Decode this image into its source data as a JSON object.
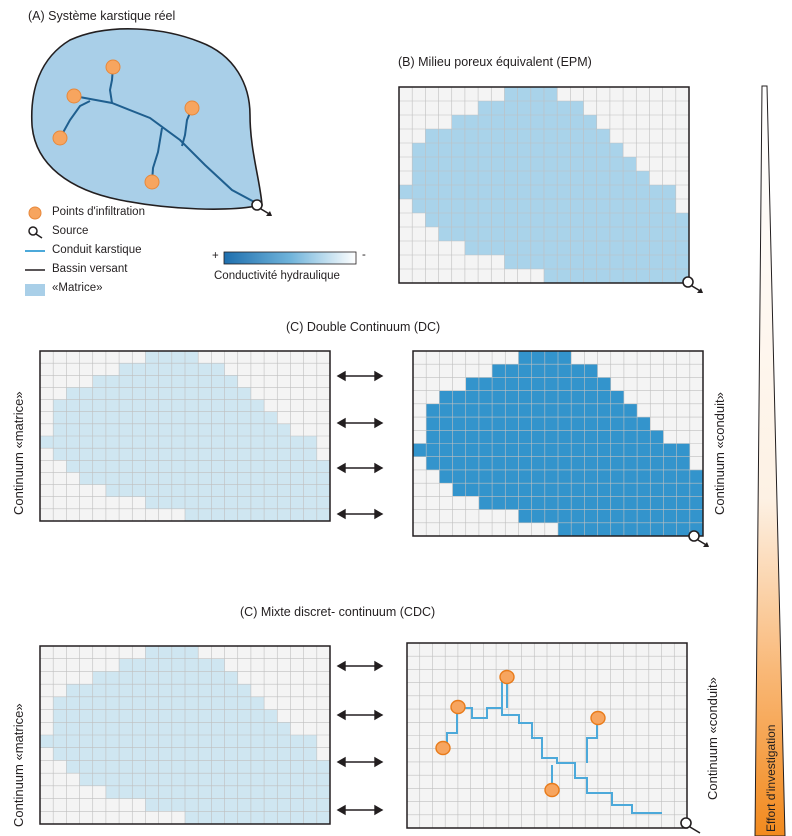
{
  "panel_a": {
    "title": "(A) Système karstique réel",
    "legend": [
      {
        "label": "Points d'infiltration",
        "icon": "infiltration-point-icon"
      },
      {
        "label": "Source",
        "icon": "source-icon"
      },
      {
        "label": "Conduit karstique",
        "icon": "conduit-line-icon"
      },
      {
        "label": "Bassin versant",
        "icon": "watershed-line-icon"
      },
      {
        "label": "«Matrice»",
        "icon": "matrix-swatch-icon"
      }
    ],
    "colorbar": {
      "plus": "+",
      "minus": "-",
      "label": "Conductivité hydraulique"
    }
  },
  "panel_b": {
    "title": "(B) Milieu poreux équivalent (EPM)"
  },
  "panel_c1": {
    "title": "(C) Double Continuum (DC)",
    "left_label": "Continuum «matrice»",
    "right_label": "Continuum «conduit»"
  },
  "panel_c2": {
    "title": "(C) Mixte discret- continuum (CDC)",
    "left_label": "Continuum «matrice»",
    "right_label": "Continuum «conduit»"
  },
  "effort_label": "Effort d'investigation",
  "colors": {
    "matrix": "#cfe6f1",
    "conduit_dark": "#3394cc",
    "watershed_fill": "#a9cfe8",
    "infiltration": "#f7a55f",
    "effort_top": "#ffffff",
    "effort_bottom": "#f28a1e"
  }
}
